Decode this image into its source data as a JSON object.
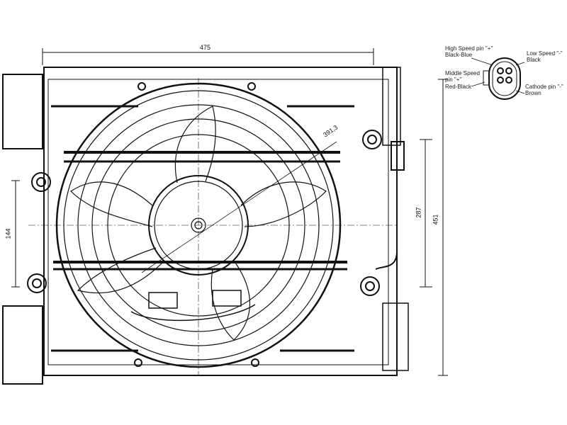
{
  "dimensions": {
    "width": "475",
    "diameter": "391,3",
    "left_height": "144",
    "right_height": "287",
    "total_height": "451"
  },
  "connector": {
    "high_speed": "High Speed pin \"+\"",
    "high_speed_color": "Black-Blue",
    "low_speed": "Low Speed \"-\"",
    "low_speed_color": "Black",
    "middle_speed": "Middle Speed pin \"+\"",
    "middle_speed_color": "Red-Black",
    "cathode": "Cathode pin \"-\"",
    "cathode_color": "Brown"
  }
}
